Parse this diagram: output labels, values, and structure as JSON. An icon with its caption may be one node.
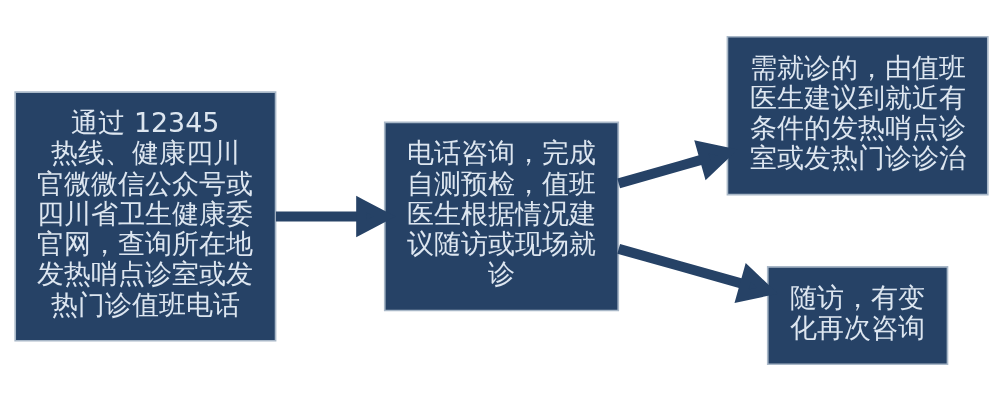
{
  "diagram": {
    "nodes": [
      {
        "text": [
          "通过 12345 热线、健康四川官微微信公众号或四川省卫生健康委官网，查询所在地发热哨点诊室或发热门诊值班电话"
        ]
      },
      {
        "text": [
          "电话咨询，完成自测预检，值班医生根据情况建议随访或现场就诊"
        ]
      },
      {
        "text": [
          "需就诊的，由值班医生建议到就近有条件的发热哨点诊室或发热门诊诊治"
        ]
      },
      {
        "text": [
          "随访，有变化再次咨询"
        ]
      }
    ],
    "edges": [
      {
        "from": 0,
        "to": 1,
        "arrow": "to"
      },
      {
        "from": 1,
        "to": 2,
        "arrow": "to"
      },
      {
        "from": 1,
        "to": 3,
        "arrow": "to"
      }
    ]
  }
}
